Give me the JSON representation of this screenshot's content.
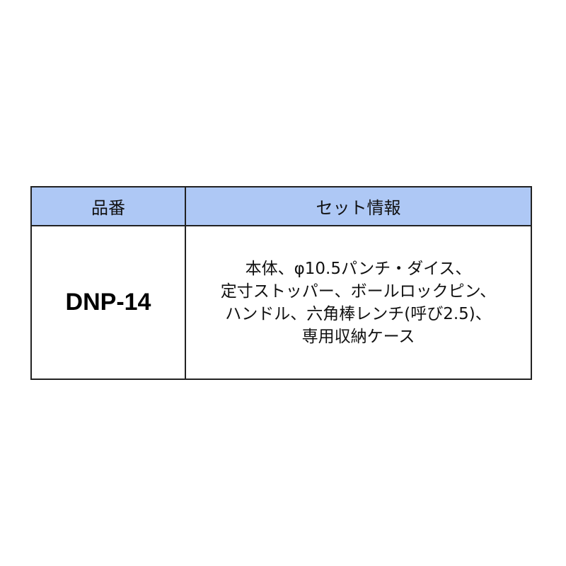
{
  "table": {
    "headers": [
      "品番",
      "セット情報"
    ],
    "rows": [
      {
        "code": "DNP-14",
        "info_lines": [
          "本体、φ10.5パンチ・ダイス、",
          "定寸ストッパー、ボールロックピン、",
          "ハンドル、六角棒レンチ(呼び2.5)、",
          "専用収納ケース"
        ]
      }
    ]
  }
}
